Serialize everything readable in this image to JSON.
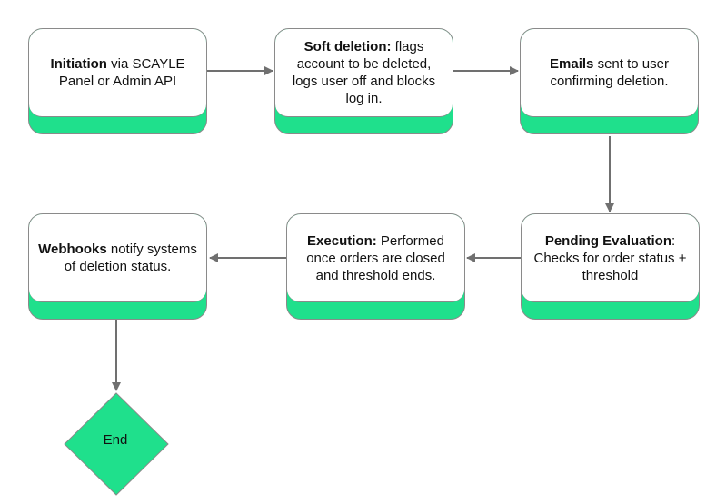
{
  "colors": {
    "accent": "#1fe08c",
    "border": "#8a8a8a",
    "arrow": "#707070"
  },
  "nodes": {
    "initiation": {
      "bold": "Initiation",
      "rest": " via SCAYLE Panel or Admin API"
    },
    "soft_deletion": {
      "bold": "Soft deletion:",
      "rest": " flags account to be deleted, logs user off and blocks log in."
    },
    "emails": {
      "bold": "Emails",
      "rest": " sent to user confirming deletion."
    },
    "pending": {
      "bold": "Pending Evaluation",
      "rest": ": Checks for order status + threshold"
    },
    "execution": {
      "bold": "Execution:",
      "rest": " Performed once orders are closed and threshold ends."
    },
    "webhooks": {
      "bold": "Webhooks",
      "rest": " notify systems of deletion status."
    },
    "end": {
      "label": "End"
    }
  }
}
